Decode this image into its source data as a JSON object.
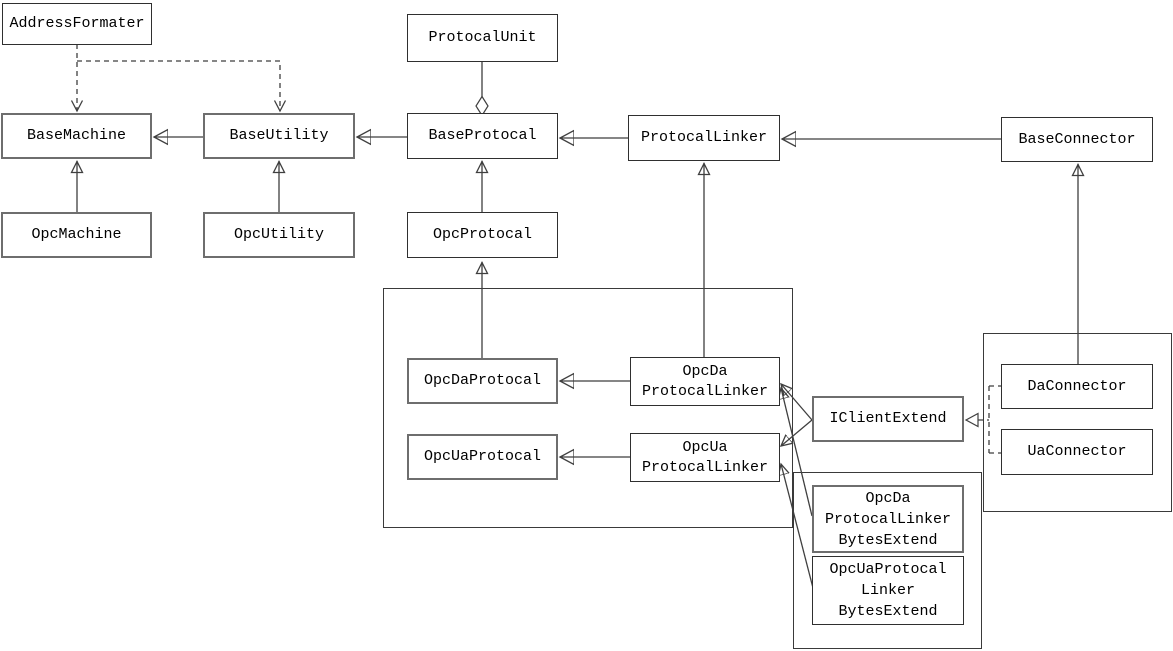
{
  "diagram": {
    "kind": "uml-class-diagram",
    "background_color": "#ffffff",
    "line_color": "#3f3f3f",
    "box_border_color": "#2f2f2f",
    "box_border_color_thick": "#6e6e6e",
    "text_color": "#000000"
  },
  "nodes": {
    "address_formater": {
      "label": "AddressFormater"
    },
    "protocal_unit": {
      "label": "ProtocalUnit"
    },
    "base_machine": {
      "label": "BaseMachine"
    },
    "base_utility": {
      "label": "BaseUtility"
    },
    "base_protocal": {
      "label": "BaseProtocal"
    },
    "protocal_linker": {
      "label": "ProtocalLinker"
    },
    "base_connector": {
      "label": "BaseConnector"
    },
    "opc_machine": {
      "label": "OpcMachine"
    },
    "opc_utility": {
      "label": "OpcUtility"
    },
    "opc_protocal": {
      "label": "OpcProtocal"
    },
    "opc_da_protocal": {
      "label": "OpcDaProtocal"
    },
    "opc_da_protocal_linker": {
      "label": "OpcDa\nProtocalLinker"
    },
    "opc_ua_protocal": {
      "label": "OpcUaProtocal"
    },
    "opc_ua_protocal_linker": {
      "label": "OpcUa\nProtocalLinker"
    },
    "i_client_extend": {
      "label": "IClientExtend"
    },
    "da_connector": {
      "label": "DaConnector"
    },
    "ua_connector": {
      "label": "UaConnector"
    },
    "opc_da_protocal_linker_bytes_extend": {
      "label": "OpcDa\nProtocalLinker\nBytesExtend"
    },
    "opc_ua_protocal_linker_bytes_extend": {
      "label": "OpcUaProtocal\nLinker\nBytesExtend"
    }
  },
  "edges": [
    {
      "from": "AddressFormater",
      "to": "BaseMachine",
      "type": "dependency-dashed"
    },
    {
      "from": "AddressFormater",
      "to": "BaseUtility",
      "type": "dependency-dashed"
    },
    {
      "from": "BaseUtility",
      "to": "BaseMachine",
      "type": "association-filled-arrow"
    },
    {
      "from": "BaseProtocal",
      "to": "BaseUtility",
      "type": "association-filled-arrow"
    },
    {
      "from": "ProtocalLinker",
      "to": "BaseProtocal",
      "type": "association-filled-arrow"
    },
    {
      "from": "BaseConnector",
      "to": "ProtocalLinker",
      "type": "association-filled-arrow"
    },
    {
      "from": "ProtocalUnit",
      "to": "BaseProtocal",
      "type": "aggregation-diamond"
    },
    {
      "from": "OpcMachine",
      "to": "BaseMachine",
      "type": "generalization"
    },
    {
      "from": "OpcUtility",
      "to": "BaseUtility",
      "type": "generalization"
    },
    {
      "from": "OpcProtocal",
      "to": "BaseProtocal",
      "type": "generalization"
    },
    {
      "from": "OpcDaProtocal",
      "to": "OpcProtocal",
      "type": "generalization"
    },
    {
      "from": "OpcDaProtocalLinker",
      "to": "ProtocalLinker",
      "type": "generalization"
    },
    {
      "from": "DaConnector",
      "to": "BaseConnector",
      "type": "generalization"
    },
    {
      "from": "OpcDaProtocalLinker",
      "to": "OpcDaProtocal",
      "type": "association-filled-arrow"
    },
    {
      "from": "OpcUaProtocalLinker",
      "to": "OpcUaProtocal",
      "type": "association-filled-arrow"
    },
    {
      "from": "IClientExtend",
      "to": "OpcDaProtocalLinker",
      "type": "association-filled-arrow"
    },
    {
      "from": "IClientExtend",
      "to": "OpcUaProtocalLinker",
      "type": "association-filled-arrow"
    },
    {
      "from": "OpcDaProtocalLinkerBytesExtend",
      "to": "OpcDaProtocalLinker",
      "type": "association-filled-arrow"
    },
    {
      "from": "OpcUaProtocalLinkerBytesExtend",
      "to": "OpcUaProtocalLinker",
      "type": "association-filled-arrow"
    },
    {
      "from": "DaConnector+UaConnector",
      "to": "IClientExtend",
      "type": "realization-dashed-hollow-triangle"
    }
  ]
}
